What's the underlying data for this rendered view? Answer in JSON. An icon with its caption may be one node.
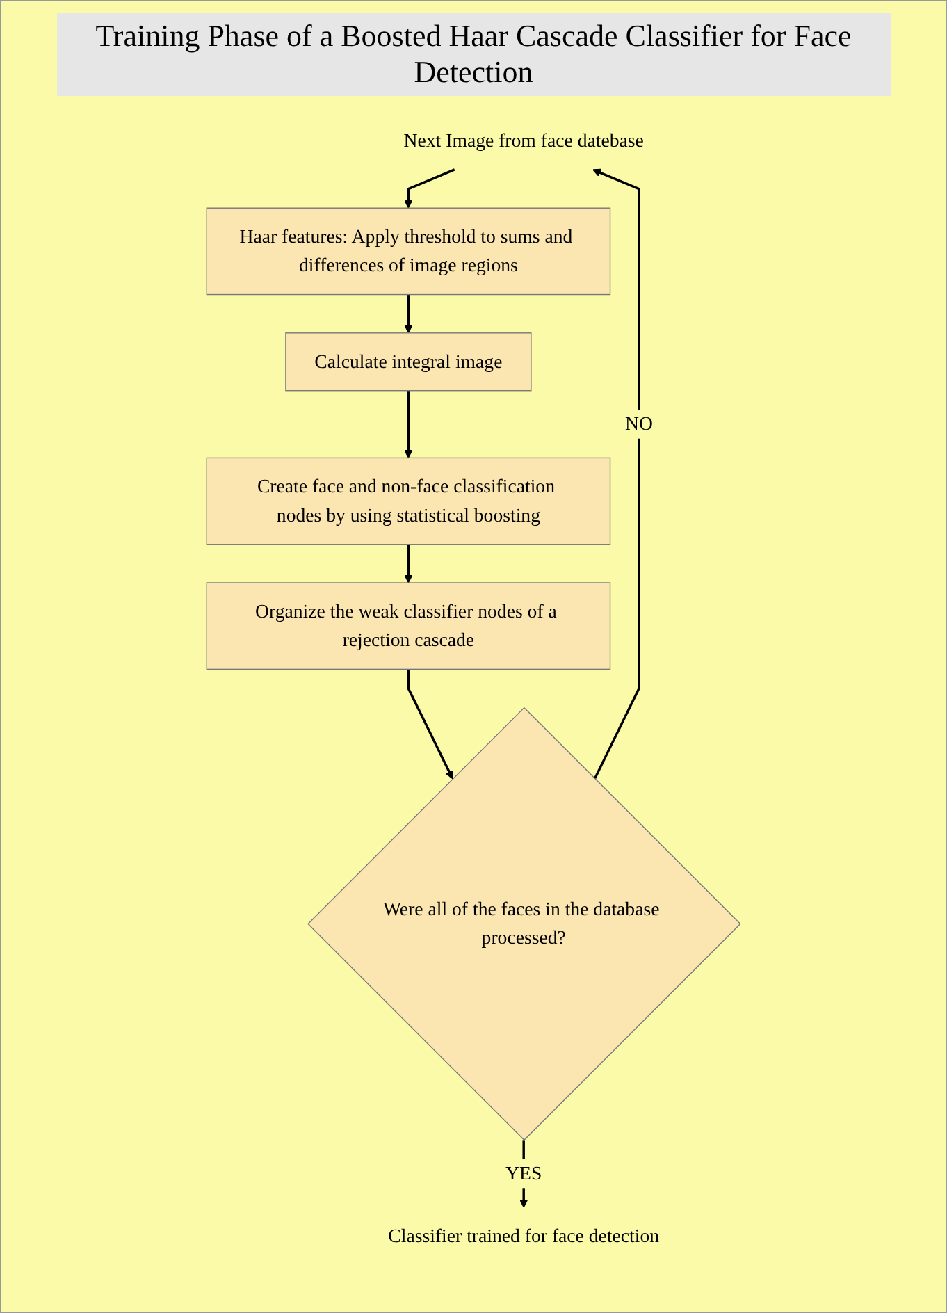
{
  "diagram": {
    "title": "Training Phase of a Boosted Haar Cascade Classifier for Face Detection",
    "nodes": [
      {
        "text": [
          "Next Image from face datebase"
        ]
      },
      {
        "text": [
          "Haar features: Apply threshold to sums and differences of image regions"
        ]
      },
      {
        "text": [
          "Calculate integral image"
        ]
      },
      {
        "text": [
          "Create face and non-face classification nodes by using statistical boosting"
        ]
      },
      {
        "text": [
          "Organize the weak classifier nodes of a rejection cascade"
        ]
      },
      {
        "text": [
          "Were all of the faces in the database processed?"
        ]
      },
      {
        "text": [
          "Classifier trained for face detection"
        ]
      }
    ],
    "edges": [
      {
        "from": 0,
        "to": 1,
        "arrow": "to"
      },
      {
        "from": 1,
        "to": 2,
        "arrow": "to"
      },
      {
        "from": 2,
        "to": 3,
        "arrow": "to"
      },
      {
        "from": 3,
        "to": 4,
        "arrow": "to"
      },
      {
        "from": 4,
        "to": 5,
        "arrow": "to"
      },
      {
        "from": 5,
        "to": 6,
        "arrow": "to",
        "label": "YES"
      },
      {
        "from": 5,
        "to": 0,
        "arrow": "to",
        "label": "NO"
      }
    ]
  }
}
